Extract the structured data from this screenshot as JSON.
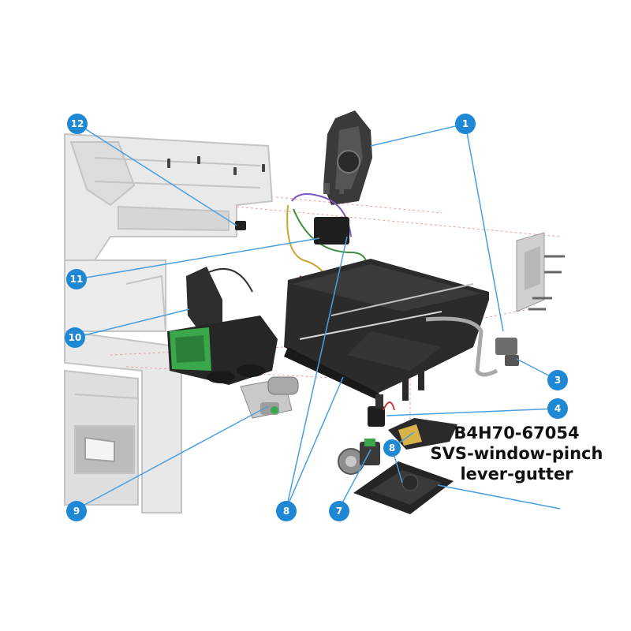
{
  "colors": {
    "callout_fill": "#1e88d4",
    "leader_line": "#4a9fe0",
    "ghost_frame": "#bfbfbf",
    "part_dark": "#2a2a2a",
    "green_board": "#3aa84a"
  },
  "callouts": [
    {
      "id": "1",
      "label": "1",
      "name": "callout-1"
    },
    {
      "id": "3",
      "label": "3",
      "name": "callout-3"
    },
    {
      "id": "4",
      "label": "4",
      "name": "callout-4"
    },
    {
      "id": "7",
      "label": "7",
      "name": "callout-7"
    },
    {
      "id": "8a",
      "label": "8",
      "name": "callout-8"
    },
    {
      "id": "8b",
      "label": "8",
      "name": "callout-8-inline"
    },
    {
      "id": "9",
      "label": "9",
      "name": "callout-9"
    },
    {
      "id": "10",
      "label": "10",
      "name": "callout-10"
    },
    {
      "id": "11",
      "label": "11",
      "name": "callout-11"
    },
    {
      "id": "12",
      "label": "12",
      "name": "callout-12"
    }
  ],
  "part_label": {
    "number": "B4H70-67054",
    "line1": "SVS-window-pinch",
    "line2": "lever-gutter"
  }
}
